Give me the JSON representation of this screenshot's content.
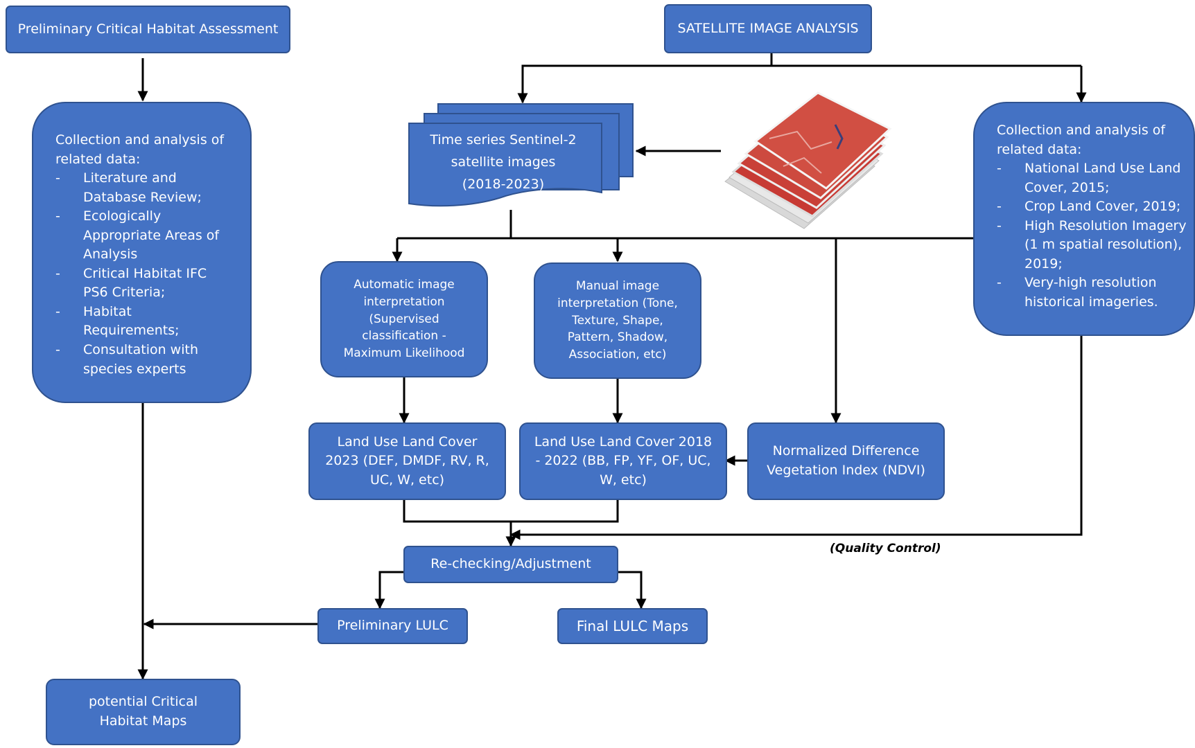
{
  "colors": {
    "box_fill": "#4472c4",
    "box_border": "#2f528f",
    "box_text": "#ffffff",
    "arrow": "#000000",
    "image_red": "#c0392b"
  },
  "nodes": {
    "preliminary_assessment": "Preliminary Critical Habitat Assessment",
    "satellite_analysis": "SATELLITE IMAGE ANALYSIS",
    "left_data": {
      "intro": "Collection and analysis of related data:",
      "items": [
        "Literature and Database Review;",
        "Ecologically Appropriate Areas of Analysis",
        "Critical Habitat IFC PS6 Criteria;",
        "Habitat Requirements;",
        "Consultation with species experts"
      ]
    },
    "sentinel": {
      "line1": "Time series Sentinel-2",
      "line2": "satellite images",
      "line3": "(2018-2023)"
    },
    "right_data": {
      "intro": "Collection and analysis of related data:",
      "items": [
        "National Land Use Land Cover, 2015;",
        "Crop Land Cover, 2019;",
        "High Resolution Imagery (1 m spatial resolution), 2019;",
        "Very-high resolution historical imageries."
      ]
    },
    "auto_interp": "Automatic image interpretation (Supervised classification - Maximum Likelihood",
    "manual_interp": "Manual image interpretation (Tone, Texture, Shape, Pattern, Shadow, Association, etc)",
    "lulc_2023": "Land Use Land Cover 2023 (DEF, DMDF, RV, R, UC, W, etc)",
    "lulc_2018": "Land Use Land Cover 2018 - 2022 (BB, FP, YF, OF, UC, W, etc)",
    "ndvi": "Normalized Difference Vegetation Index (NDVI)",
    "rechecking": "Re-checking/Adjustment",
    "preliminary_lulc": "Preliminary LULC",
    "final_lulc": "Final LULC Maps",
    "potential_maps": "potential Critical Habitat Maps"
  },
  "labels": {
    "quality_control": "(Quality Control)"
  },
  "icons": {
    "satellite_photo": "satellite-image-stack-icon"
  }
}
